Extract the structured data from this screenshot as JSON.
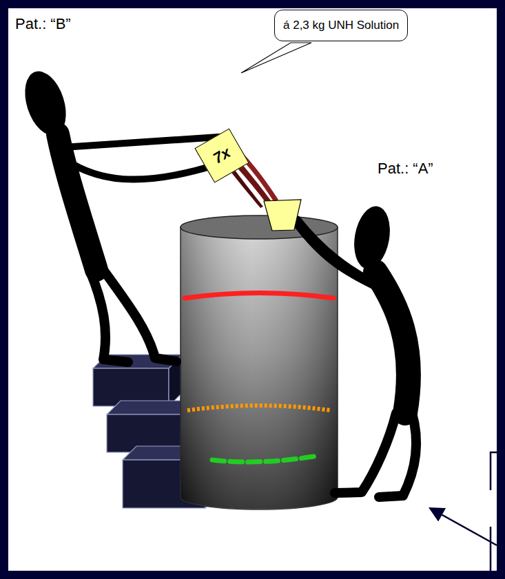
{
  "diagram": {
    "nodes": [
      {
        "text": [
          "á 2,3 kg UNH Solution"
        ]
      },
      {
        "text": [
          "7x"
        ]
      }
    ],
    "labels": [
      "Pat.: “B”",
      "Pat.: “A”"
    ]
  }
}
